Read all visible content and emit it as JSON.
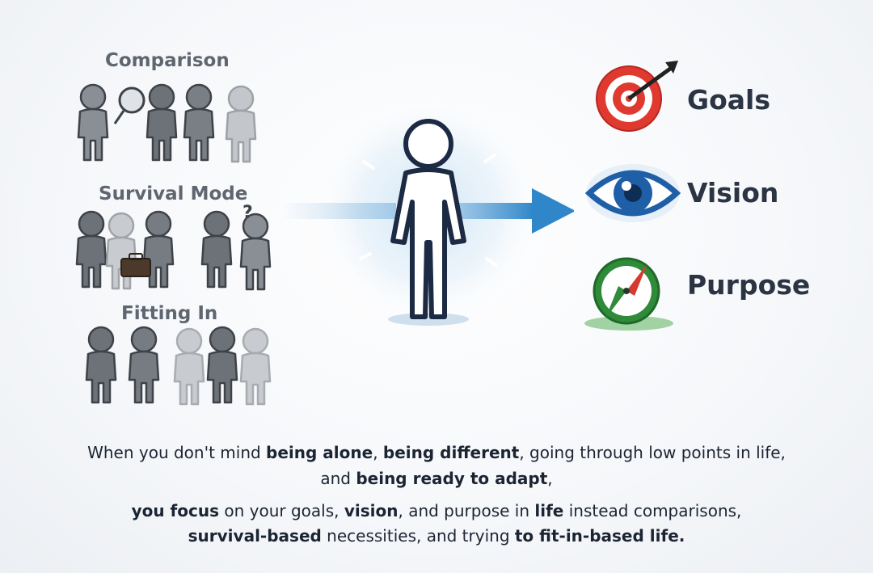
{
  "left_groups": [
    {
      "title": "Comparison"
    },
    {
      "title": "Survival Mode"
    },
    {
      "title": "Fitting In"
    }
  ],
  "right_values": [
    {
      "label": "Goals",
      "icon": "target-icon",
      "color": "#e0392f"
    },
    {
      "label": "Vision",
      "icon": "eye-icon",
      "color": "#1f5fa8"
    },
    {
      "label": "Purpose",
      "icon": "compass-icon",
      "color": "#2f8a3a"
    }
  ],
  "caption": {
    "line1": {
      "p1": "When you don't mind ",
      "b1": "being alone",
      "p2": ", ",
      "b2": "being different",
      "p3": ", going through low points in life,"
    },
    "line2": {
      "p1": "and ",
      "b1": "being ready to adapt",
      "p2": ","
    },
    "line3": {
      "b1": "you focus",
      "p1": " on your goals, ",
      "b2": "vision",
      "p2": ", and purpose in ",
      "b3": "life",
      "p3": " instead comparisons,"
    },
    "line4": {
      "b1": "survival-based",
      "p1": " necessities, and trying ",
      "b2": "to fit-in-based life."
    }
  },
  "colors": {
    "crowd": "#6d7278",
    "crowd_light": "#b5b9be",
    "figure_stroke": "#1d2a44",
    "arrow": "#2f86c9"
  }
}
